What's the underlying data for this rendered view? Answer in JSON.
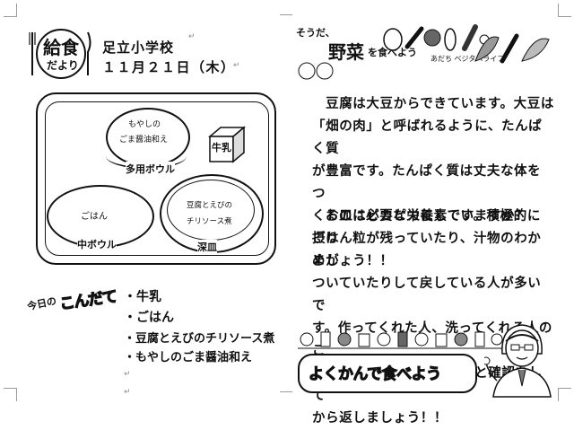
{
  "left": {
    "logo_line1": "給食",
    "logo_line2": "だより",
    "school": "足立小学校",
    "date": "１１月２１日（木）",
    "tray": {
      "bowl_top_text1": "もやしの",
      "bowl_top_text2": "ごま醤油和え",
      "bowl_top_label": "多用ボウル",
      "milk_label": "牛乳",
      "bowl_mid_text": "ごはん",
      "bowl_mid_label": "中ボウル",
      "plate_text1": "豆腐とえびの",
      "plate_text2": "チリソース煮",
      "plate_label": "深皿"
    },
    "kondate_prefix": "今日の",
    "kondate_word": "こんだて",
    "menu": [
      "・牛乳",
      "・ごはん",
      "・豆腐とえびのチリソース煮",
      "・もやしのごま醤油和え"
    ]
  },
  "right": {
    "banner_small": "そうだ、",
    "banner_title": "野菜",
    "banner_suffix": "を食べよう",
    "banner_sub": "あだち ベジタベライフ",
    "paragraph1_lines": [
      "　豆腐は大豆からできています。大豆は",
      "「畑の肉」と呼ばれるように、たんぱく質",
      "が豊富です。たんぱく質は丈夫な体をつ",
      "くるのに必要な栄養素です。積極的に摂り",
      "ましょう！！"
    ],
    "paragraph2_lines": [
      "　お皿はピカピカにしていますか？",
      "ごはん粒が残っていたり、汁物のわかめが",
      "ついていたりして戻している人が多いで",
      "す。作ってくれた人、洗ってくれる人のこ",
      "とを考え、班の人、隣の人と確認をして",
      "から返しましょう！！"
    ],
    "slogan": "よくかんで食べよう"
  },
  "colors": {
    "ink": "#111111",
    "mark": "#8a8a8a"
  }
}
